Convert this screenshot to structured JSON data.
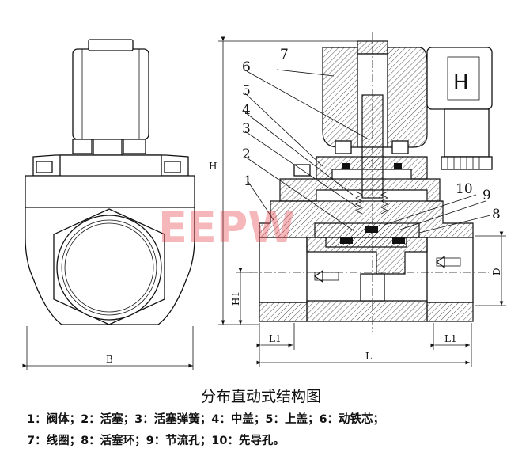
{
  "callouts": [
    "1",
    "2",
    "3",
    "4",
    "5",
    "6",
    "7",
    "8",
    "9",
    "10"
  ],
  "dimensions": {
    "B": "B",
    "H": "H",
    "H1": "H1",
    "L": "L",
    "L1": "L1",
    "D": "D"
  },
  "caption": "分布直动式结构图",
  "legend": {
    "line1": "1：阀体；2：活塞；3：活塞弹簧；4：中盖；5：上盖；6：动铁芯；",
    "line2": "7：线圈；8：活塞环；9：节流孔；10：先导孔。"
  },
  "watermark": {
    "text": "EEPW",
    "color": "#e8333b"
  }
}
